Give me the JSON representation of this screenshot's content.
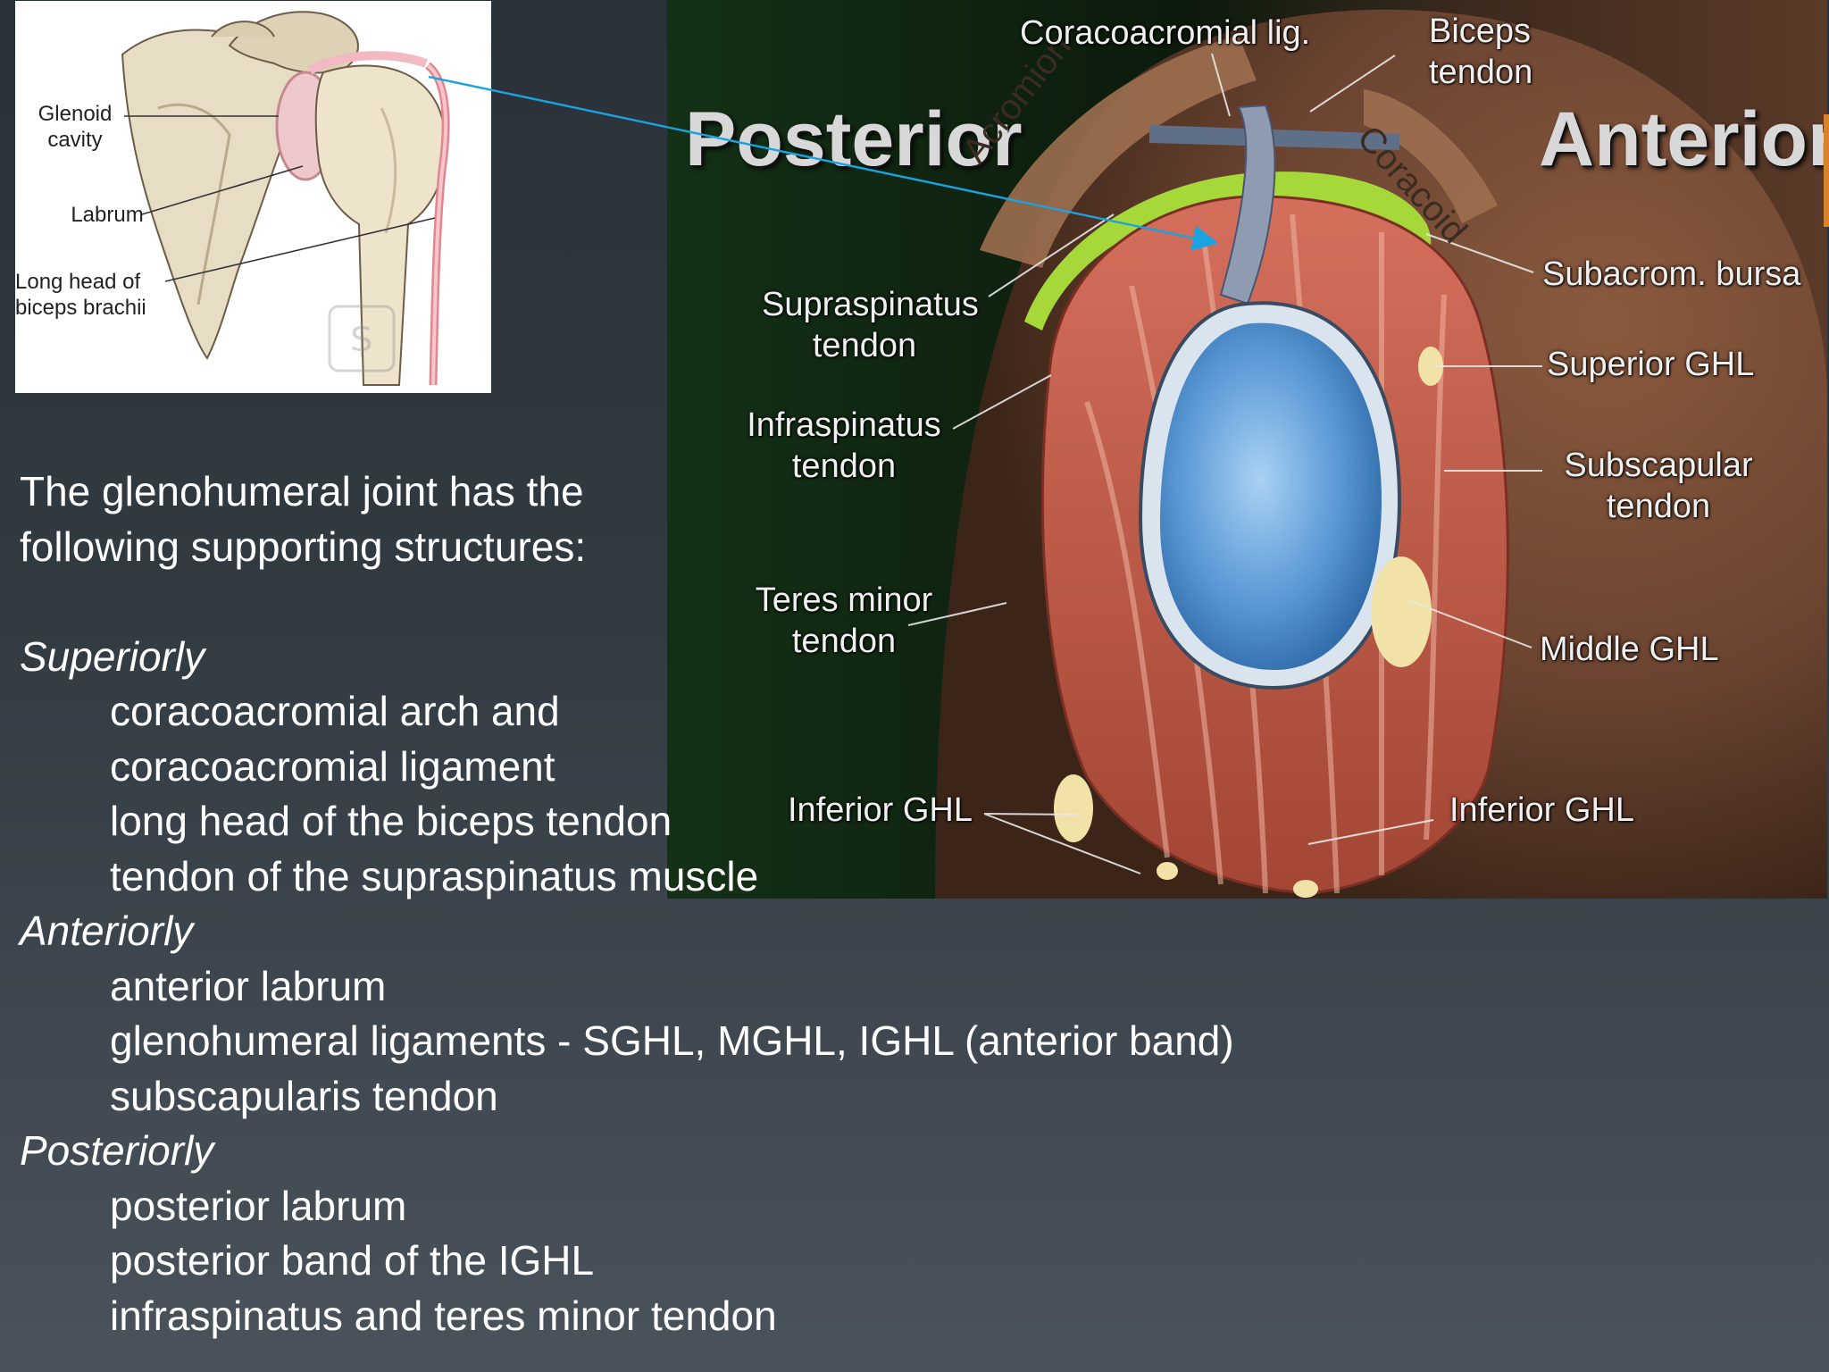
{
  "inset": {
    "labels": {
      "glenoid_line1": "Glenoid",
      "glenoid_line2": "cavity",
      "labrum": "Labrum",
      "long_head_line1": "Long head of",
      "long_head_line2": "biceps brachii"
    },
    "watermark_icon": "dollar-shield-icon"
  },
  "diagram": {
    "posterior": "Posterior",
    "anterior": "Anterior",
    "acromion": "Acromion",
    "coracoid": "Coracoid",
    "labels": {
      "coracoacromial_lig": "Coracoacromial lig.",
      "biceps_line1": "Biceps",
      "biceps_line2": "tendon",
      "subacrom_bursa": "Subacrom. bursa",
      "supraspinatus_line1": "Supraspinatus",
      "supraspinatus_line2": "tendon",
      "superior_ghl": "Superior GHL",
      "infraspinatus_line1": "Infraspinatus",
      "infraspinatus_line2": "tendon",
      "subscapular_line1": "Subscapular",
      "subscapular_line2": "tendon",
      "teres_minor_line1": "Teres minor",
      "teres_minor_line2": "tendon",
      "middle_ghl": "Middle GHL",
      "inferior_ghl_left": "Inferior GHL",
      "inferior_ghl_right": "Inferior GHL"
    },
    "colors": {
      "glenoid_fill": "#6aa8e0",
      "muscle_red": "#c25a45",
      "ligament_yellow": "#f1e2a8",
      "bursa_green": "#a6d83a",
      "arrow_blue": "#1aa3e0"
    }
  },
  "text": {
    "intro_line1": "The glenohumeral joint has the",
    "intro_line2": "following supporting structures:",
    "superiorly": "Superiorly",
    "sup_items": [
      "coracoacromial arch and",
      "coracoacromial ligament",
      "long head of the biceps tendon",
      "tendon of the supraspinatus muscle"
    ],
    "anteriorly": "Anteriorly",
    "ant_items": [
      "anterior labrum",
      "glenohumeral ligaments - SGHL, MGHL, IGHL (anterior band)",
      "subscapularis tendon"
    ],
    "posteriorly": "Posteriorly",
    "post_items": [
      "posterior labrum",
      "posterior band of the IGHL",
      "infraspinatus and teres minor tendon"
    ]
  }
}
